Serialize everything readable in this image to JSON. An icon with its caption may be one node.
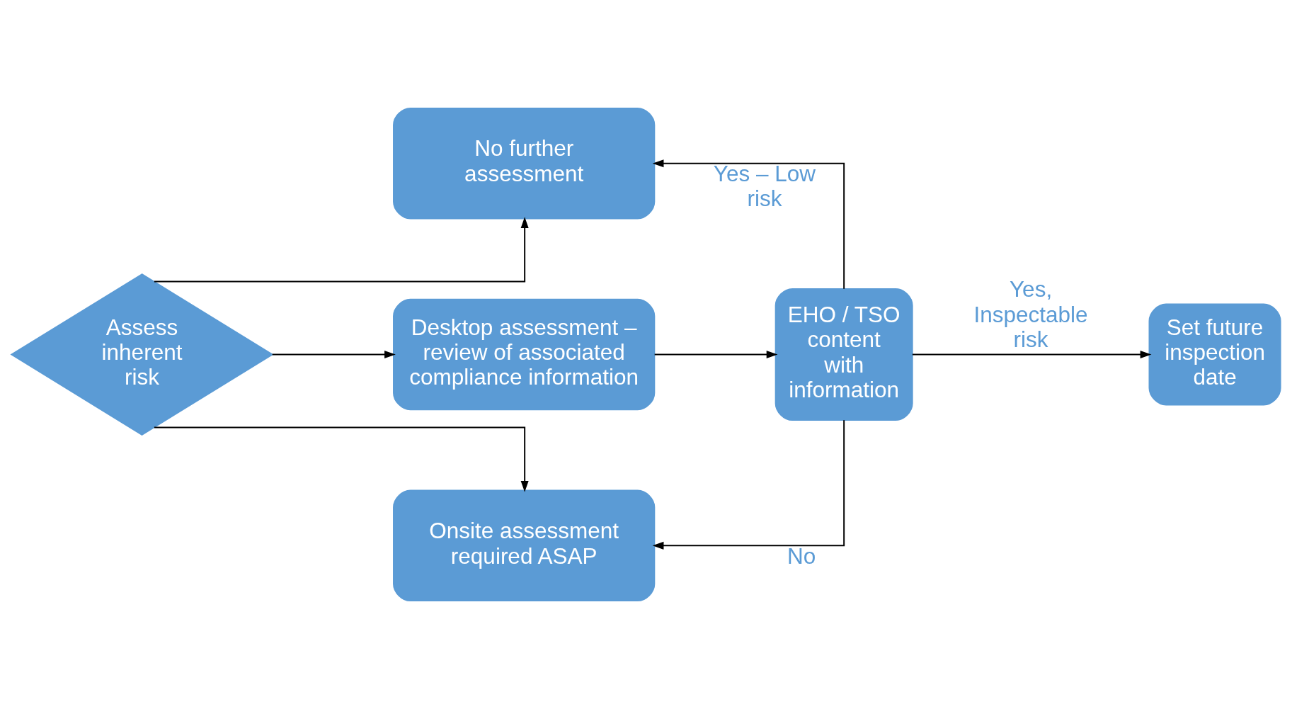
{
  "diagram": {
    "nodes": [
      {
        "text": [
          "Assess inherent risk"
        ]
      },
      {
        "text": [
          "No further assessment"
        ]
      },
      {
        "text": [
          "Desktop assessment – review of associated compliance information"
        ]
      },
      {
        "text": [
          "Onsite assessment required ASAP"
        ]
      },
      {
        "text": [
          "EHO / TSO content with information"
        ]
      },
      {
        "text": [
          "Set future inspection date"
        ]
      }
    ],
    "edges": [
      {
        "from": 0,
        "to": 1,
        "arrow": "to"
      },
      {
        "from": 0,
        "to": 2,
        "arrow": "to"
      },
      {
        "from": 0,
        "to": 3,
        "arrow": "to"
      },
      {
        "from": 2,
        "to": 4,
        "arrow": "to"
      },
      {
        "from": 4,
        "to": 1,
        "arrow": "to",
        "label": "Yes – Low risk"
      },
      {
        "from": 4,
        "to": 5,
        "arrow": "to",
        "label": "Yes, Inspectable risk"
      },
      {
        "from": 4,
        "to": 3,
        "arrow": "to",
        "label": "No"
      }
    ]
  }
}
